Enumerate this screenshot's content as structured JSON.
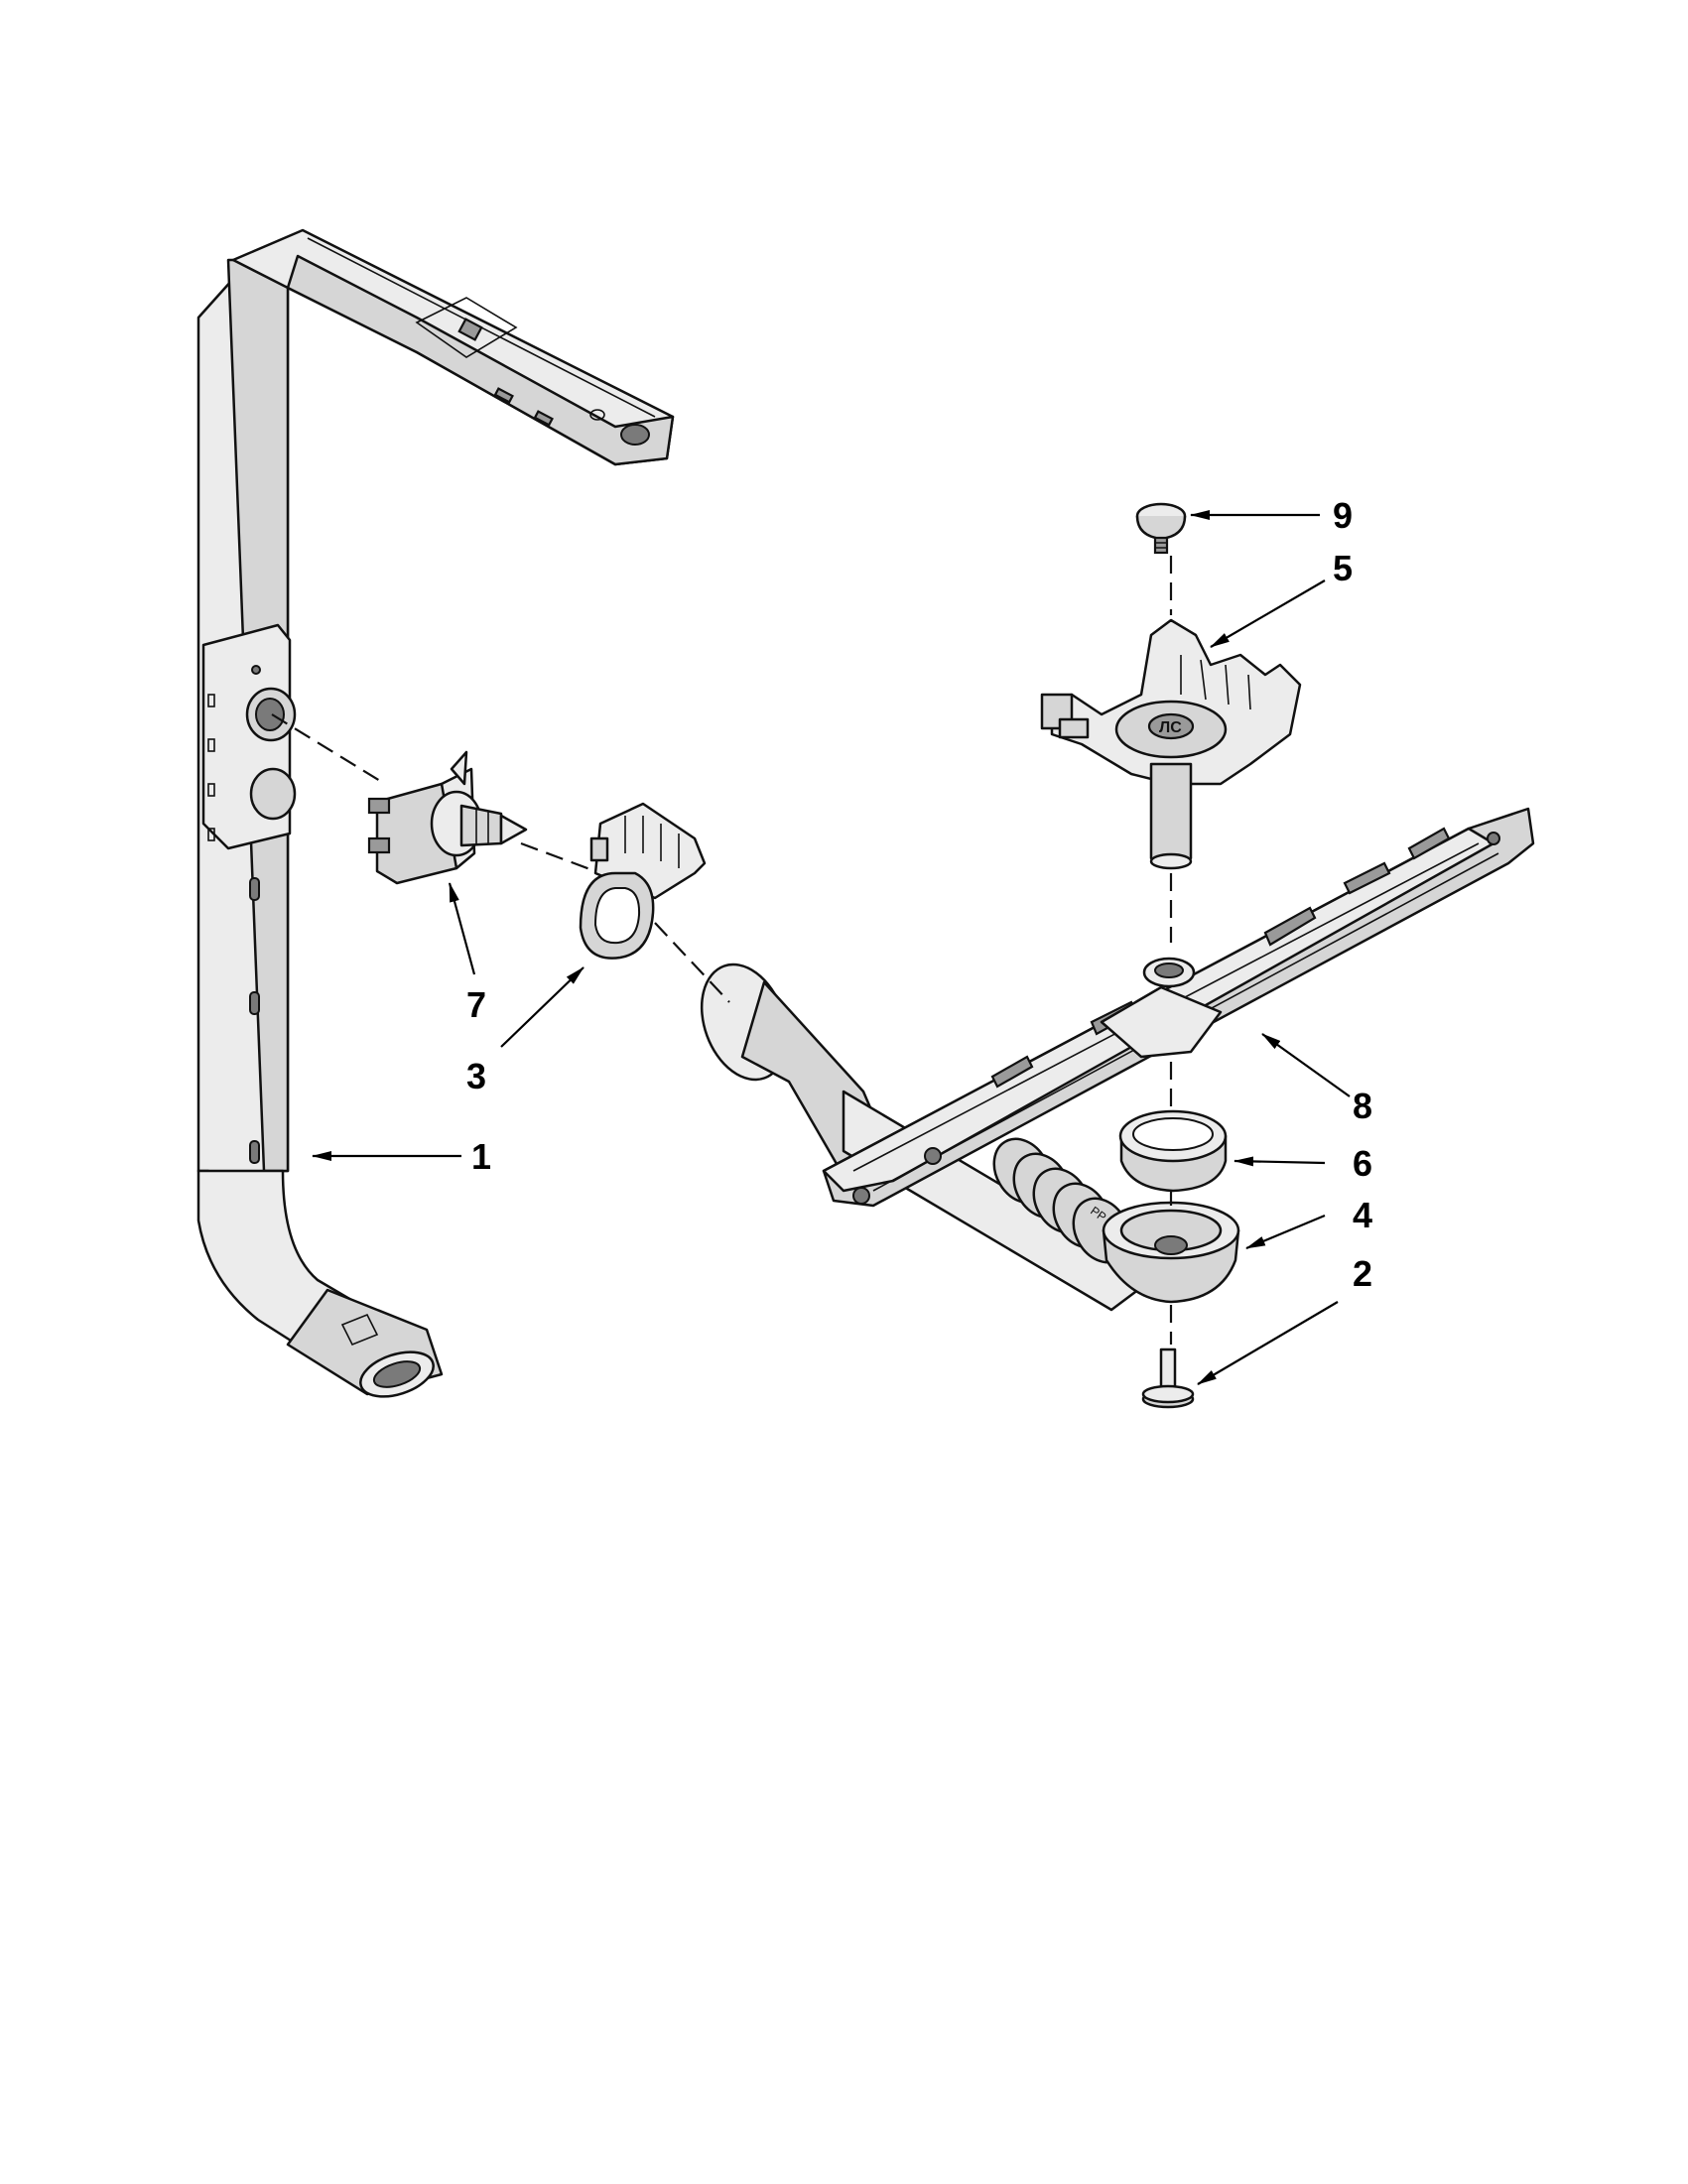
{
  "callouts": [
    {
      "id": "1",
      "label": "1"
    },
    {
      "id": "2",
      "label": "2"
    },
    {
      "id": "3",
      "label": "3"
    },
    {
      "id": "4",
      "label": "4"
    },
    {
      "id": "5",
      "label": "5"
    },
    {
      "id": "6",
      "label": "6"
    },
    {
      "id": "7",
      "label": "7"
    },
    {
      "id": "8",
      "label": "8"
    },
    {
      "id": "9",
      "label": "9"
    }
  ],
  "embossed": {
    "arm_hub_mark": "ЛС",
    "tube_mark": "PP"
  }
}
